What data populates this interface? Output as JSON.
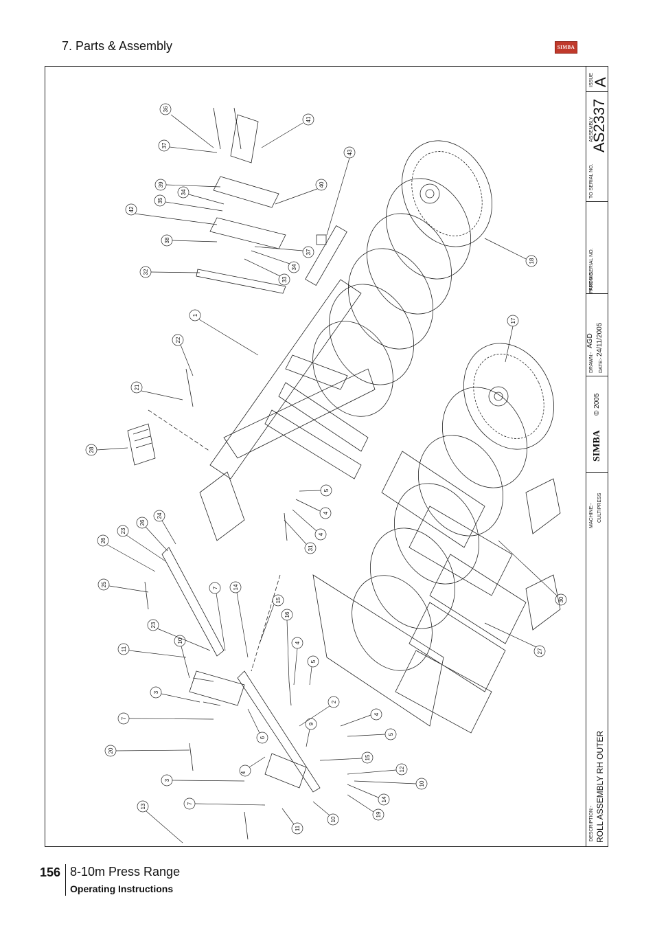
{
  "header": {
    "section_title": "7. Parts & Assembly",
    "logo_text": "SIMBA",
    "logo_color": "#c0392b"
  },
  "footer": {
    "page_number": "156",
    "range": "8-10m Press Range",
    "manual": "Operating Instructions"
  },
  "title_block": {
    "issue_label": "ISSUE",
    "issue": "A",
    "assembly_label": "ASSEMBLY",
    "assembly_number": "AS2337",
    "to_serial_label": "TO SERIAL NO.",
    "from_serial_label": "FROM SERIAL NO.",
    "part_no_label": "PART NO.",
    "drawn_label": "DRAWN:-",
    "drawn_by": "AGD",
    "date_label": "DATE:-",
    "date": "24/11/2005",
    "copyright": "© 2005",
    "brand": "SIMBA",
    "machine_label": "MACHINE:-",
    "machine": "CULTIPRESS",
    "description_label": "DESCRIPTION:-",
    "description": "ROLL ASSEMBLY RH OUTER"
  },
  "callouts": [
    {
      "label": "36"
    },
    {
      "label": "41"
    },
    {
      "label": "37"
    },
    {
      "label": "43"
    },
    {
      "label": "39"
    },
    {
      "label": "34"
    },
    {
      "label": "35"
    },
    {
      "label": "40"
    },
    {
      "label": "42"
    },
    {
      "label": "38"
    },
    {
      "label": "37"
    },
    {
      "label": "34"
    },
    {
      "label": "33"
    },
    {
      "label": "32"
    },
    {
      "label": "18"
    },
    {
      "label": "1"
    },
    {
      "label": "17"
    },
    {
      "label": "22"
    },
    {
      "label": "21"
    },
    {
      "label": "28"
    },
    {
      "label": "5"
    },
    {
      "label": "4"
    },
    {
      "label": "4"
    },
    {
      "label": "31"
    },
    {
      "label": "24"
    },
    {
      "label": "26"
    },
    {
      "label": "23"
    },
    {
      "label": "26"
    },
    {
      "label": "25"
    },
    {
      "label": "7"
    },
    {
      "label": "14"
    },
    {
      "label": "15"
    },
    {
      "label": "16"
    },
    {
      "label": "23"
    },
    {
      "label": "30"
    },
    {
      "label": "10"
    },
    {
      "label": "11"
    },
    {
      "label": "4"
    },
    {
      "label": "5"
    },
    {
      "label": "27"
    },
    {
      "label": "3"
    },
    {
      "label": "2"
    },
    {
      "label": "7"
    },
    {
      "label": "4"
    },
    {
      "label": "6"
    },
    {
      "label": "9"
    },
    {
      "label": "5"
    },
    {
      "label": "20"
    },
    {
      "label": "4"
    },
    {
      "label": "15"
    },
    {
      "label": "12"
    },
    {
      "label": "3"
    },
    {
      "label": "10"
    },
    {
      "label": "7"
    },
    {
      "label": "14"
    },
    {
      "label": "13"
    },
    {
      "label": "19"
    },
    {
      "label": "10"
    },
    {
      "label": "11"
    }
  ]
}
